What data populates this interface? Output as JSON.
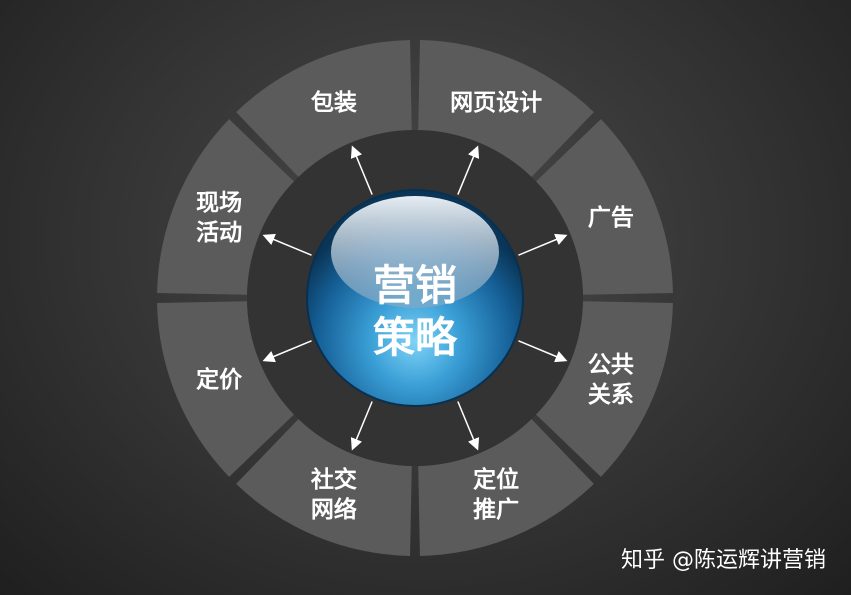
{
  "center": {
    "line1": "营销",
    "line2": "策略"
  },
  "segments": [
    {
      "lines": [
        "网页设计"
      ]
    },
    {
      "lines": [
        "广告"
      ]
    },
    {
      "lines": [
        "公共",
        "关系"
      ]
    },
    {
      "lines": [
        "定位",
        "推广"
      ]
    },
    {
      "lines": [
        "社交",
        "网络"
      ]
    },
    {
      "lines": [
        "定价"
      ]
    },
    {
      "lines": [
        "现场",
        "活动"
      ]
    },
    {
      "lines": [
        "包装"
      ]
    }
  ],
  "watermark": "知乎 @陈运辉讲营销",
  "colors": {
    "segment": "#5b5b5b",
    "inner_ring": "#333333",
    "sphere_edge": "#0a3e66",
    "sphere_light": "#6ec6f2",
    "arrow": "#ffffff"
  }
}
